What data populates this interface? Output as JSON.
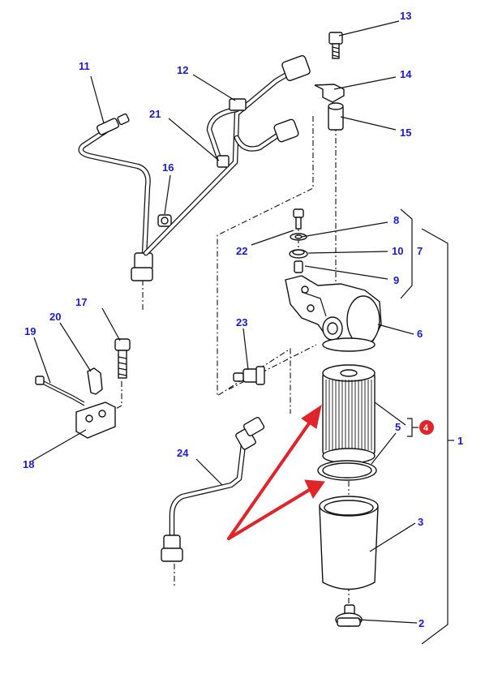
{
  "callouts": [
    {
      "id": "c1",
      "text": "1"
    },
    {
      "id": "c2",
      "text": "2"
    },
    {
      "id": "c3",
      "text": "3"
    },
    {
      "id": "c4",
      "text": "4"
    },
    {
      "id": "c5",
      "text": "5"
    },
    {
      "id": "c6",
      "text": "6"
    },
    {
      "id": "c7",
      "text": "7"
    },
    {
      "id": "c8",
      "text": "8"
    },
    {
      "id": "c9",
      "text": "9"
    },
    {
      "id": "c10",
      "text": "10"
    },
    {
      "id": "c11",
      "text": "11"
    },
    {
      "id": "c12",
      "text": "12"
    },
    {
      "id": "c13",
      "text": "13"
    },
    {
      "id": "c14",
      "text": "14"
    },
    {
      "id": "c15",
      "text": "15"
    },
    {
      "id": "c16",
      "text": "16"
    },
    {
      "id": "c17",
      "text": "17"
    },
    {
      "id": "c18",
      "text": "18"
    },
    {
      "id": "c19",
      "text": "19"
    },
    {
      "id": "c20",
      "text": "20"
    },
    {
      "id": "c21",
      "text": "21"
    },
    {
      "id": "c22",
      "text": "22"
    },
    {
      "id": "c23",
      "text": "23"
    },
    {
      "id": "c24",
      "text": "24"
    }
  ],
  "colors": {
    "label": "#1a1acc",
    "highlight": "#e0242a",
    "line": "#111111"
  }
}
